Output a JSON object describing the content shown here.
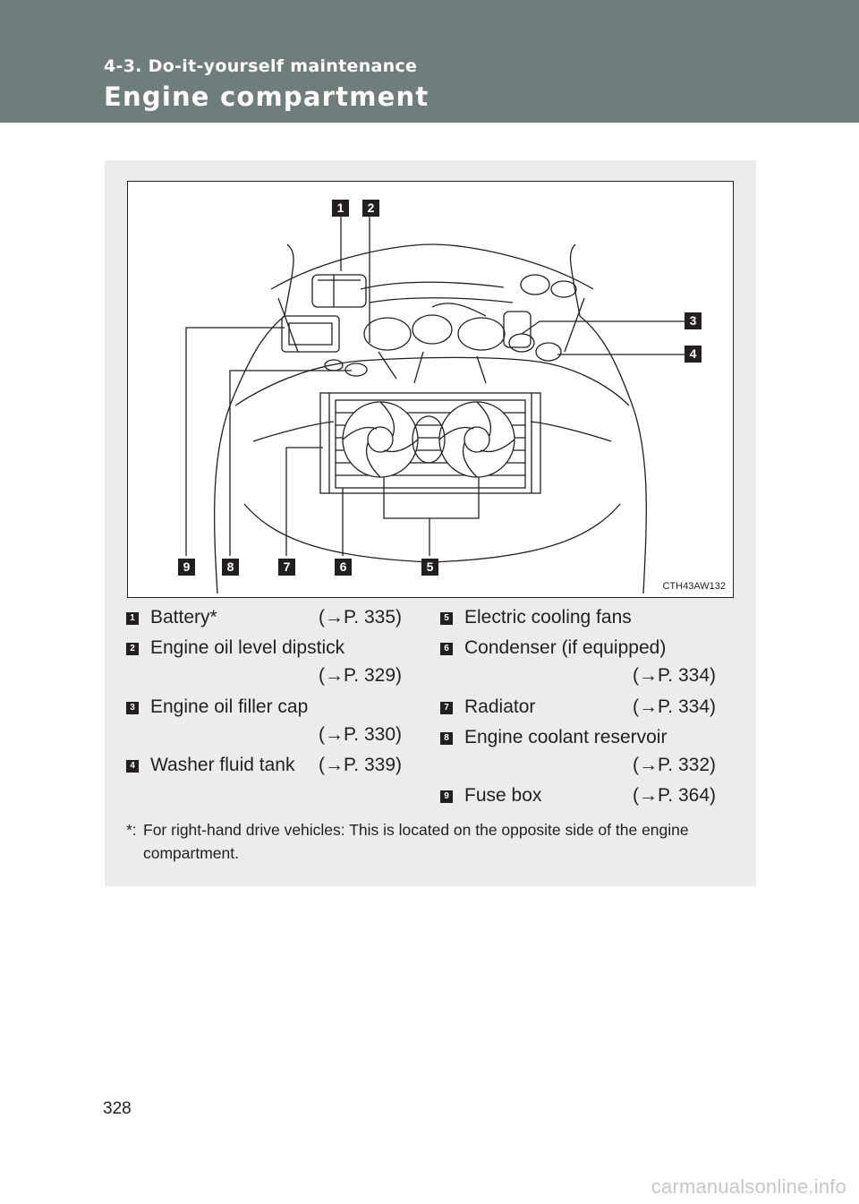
{
  "header": {
    "section_label": "4-3. Do-it-yourself maintenance",
    "title": "Engine compartment"
  },
  "figure": {
    "code": "CTH43AW132",
    "callouts": [
      "1",
      "2",
      "3",
      "4",
      "5",
      "6",
      "7",
      "8",
      "9"
    ]
  },
  "legend": {
    "items": [
      {
        "num": "1",
        "name": "Battery*",
        "ref": "(→P. 335)"
      },
      {
        "num": "2",
        "name": "Engine oil level dipstick",
        "ref": "(→P. 329)"
      },
      {
        "num": "3",
        "name": "Engine oil filler cap",
        "ref": "(→P. 330)"
      },
      {
        "num": "4",
        "name": "Washer fluid tank",
        "ref": "(→P. 339)"
      },
      {
        "num": "5",
        "name": "Electric cooling fans",
        "ref": ""
      },
      {
        "num": "6",
        "name": "Condenser (if equipped)",
        "ref": "(→P. 334)"
      },
      {
        "num": "7",
        "name": "Radiator",
        "ref": "(→P. 334)"
      },
      {
        "num": "8",
        "name": "Engine coolant reservoir",
        "ref": "(→P. 332)"
      },
      {
        "num": "9",
        "name": "Fuse box",
        "ref": "(→P. 364)"
      }
    ]
  },
  "footnote": {
    "mark": "*:",
    "text": "For right-hand drive vehicles: This is located on the opposite side of the engine compartment."
  },
  "page_number": "328",
  "watermark": "carmanualsonline.info"
}
